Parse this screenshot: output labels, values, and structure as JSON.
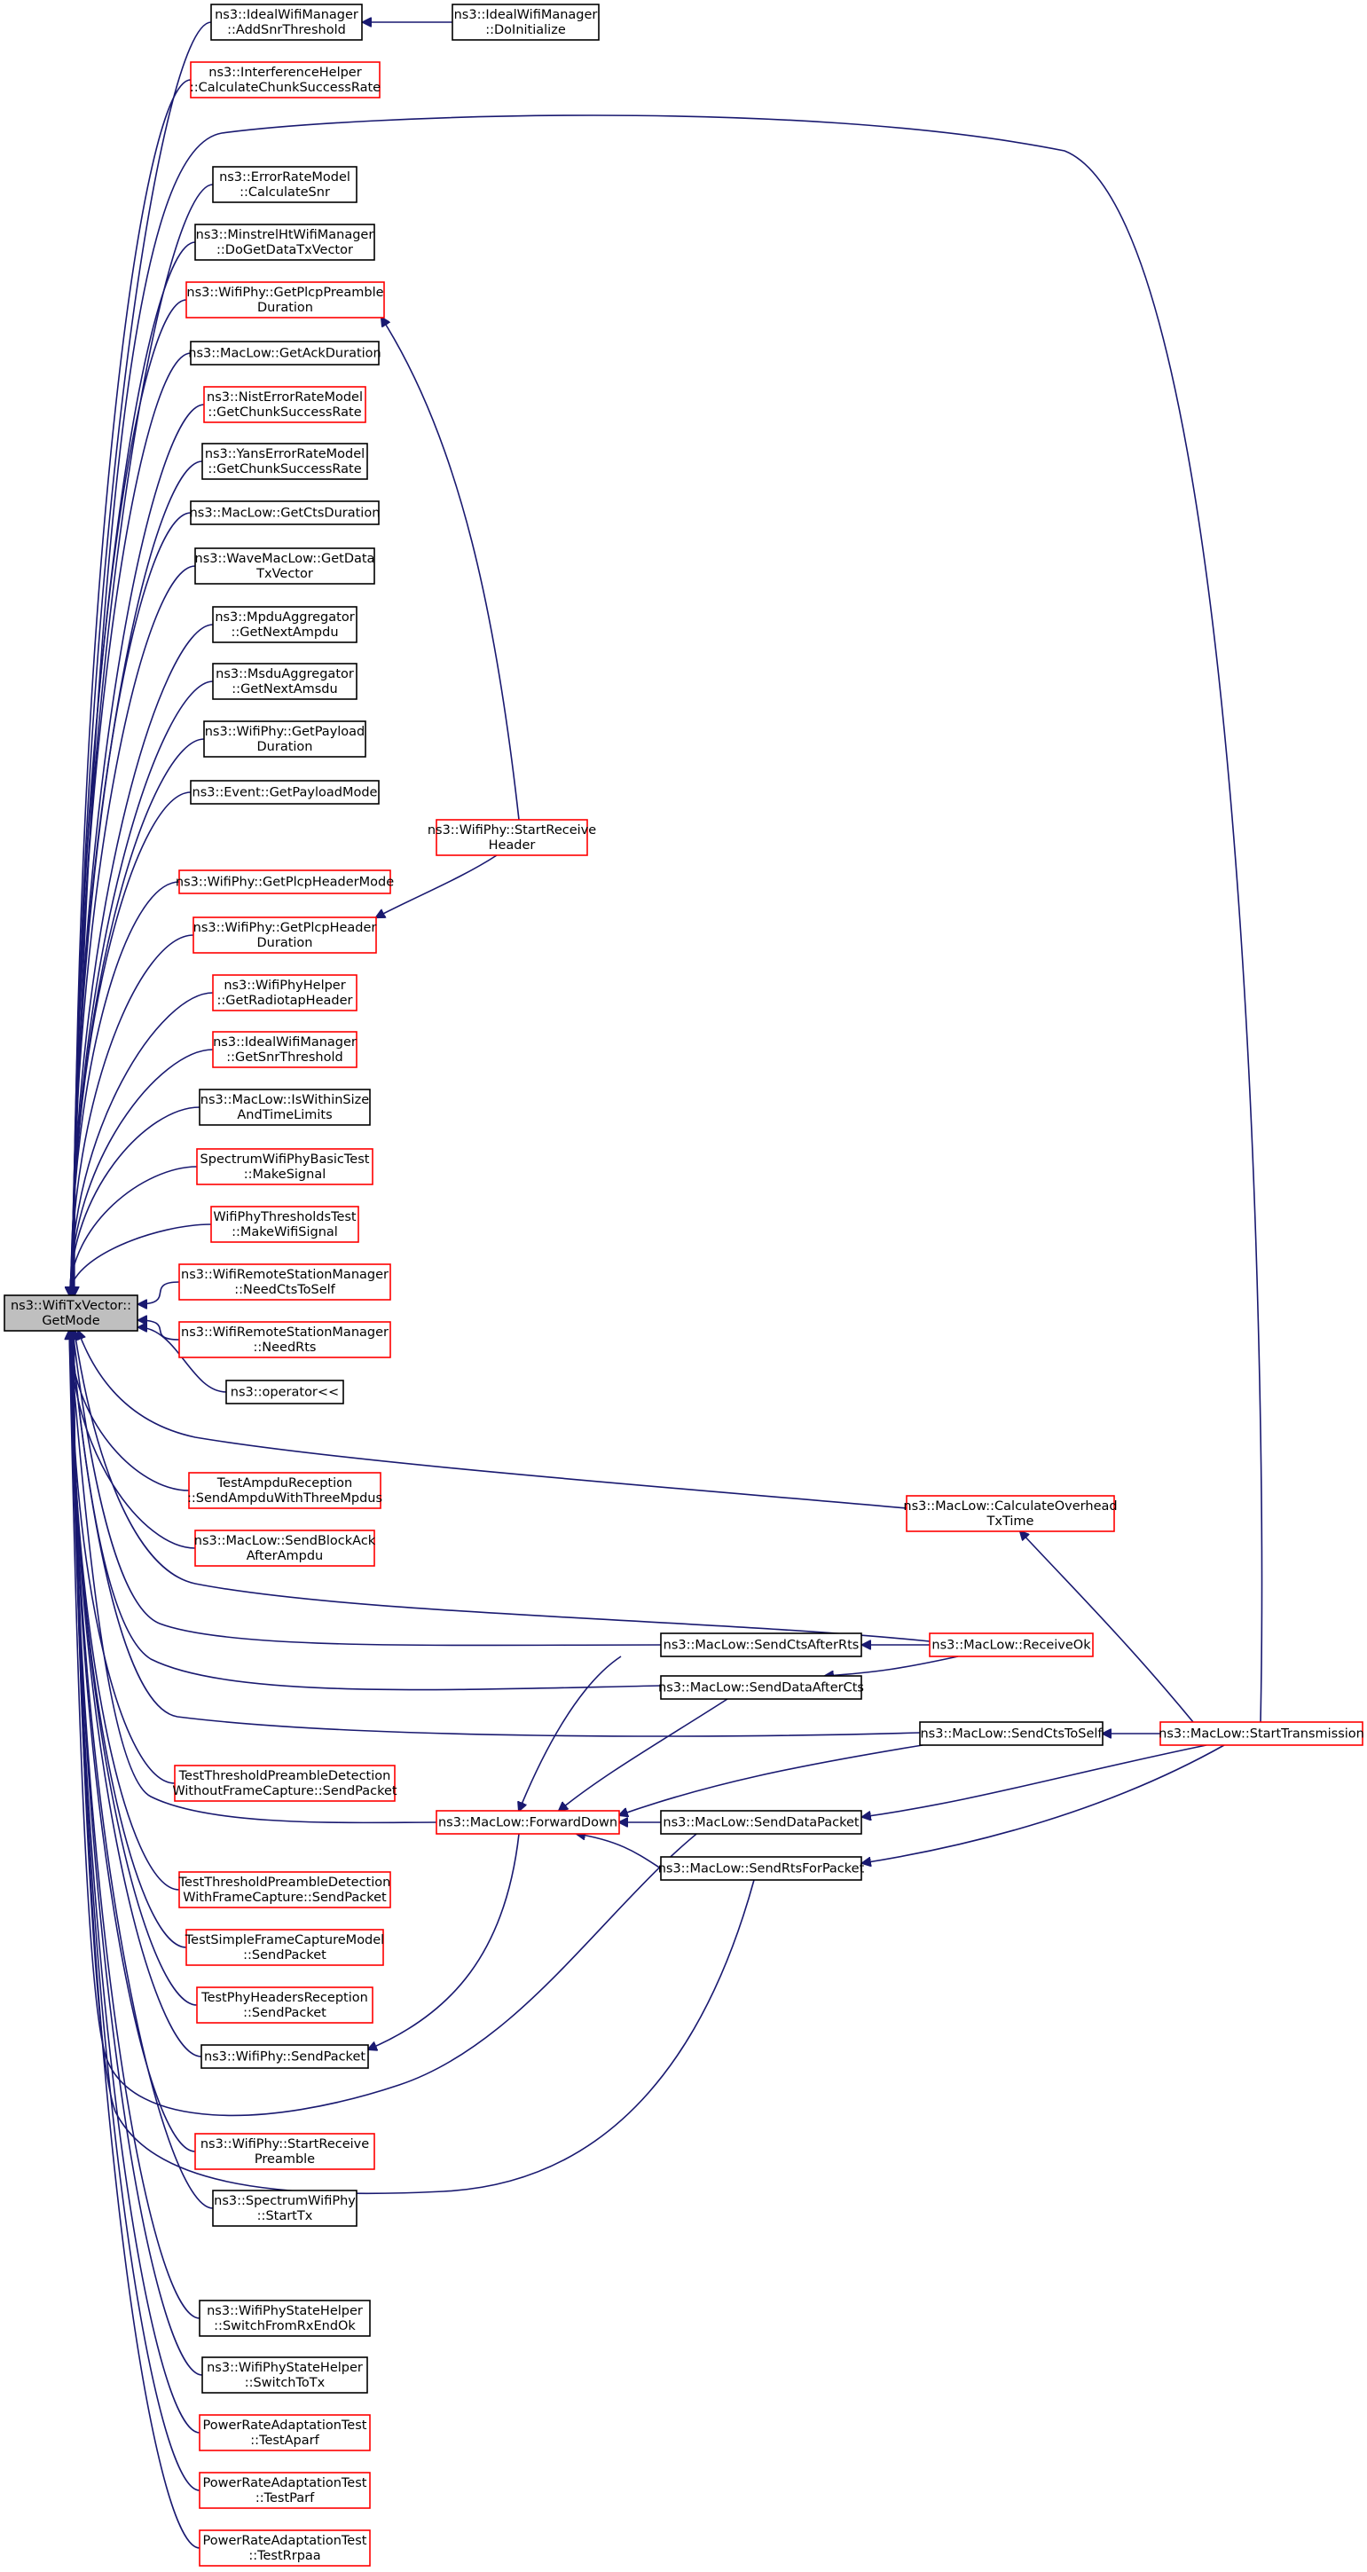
{
  "nodes": [
    {
      "id": "root",
      "lines": [
        "ns3::WifiTxVector::",
        "GetMode"
      ],
      "color": "root"
    },
    {
      "id": "addSnr",
      "lines": [
        "ns3::IdealWifiManager",
        "::AddSnrThreshold"
      ],
      "color": "black"
    },
    {
      "id": "doInit",
      "lines": [
        "ns3::IdealWifiManager",
        "::DoInitialize"
      ],
      "color": "black"
    },
    {
      "id": "calcChunk",
      "lines": [
        "ns3::InterferenceHelper",
        "::CalculateChunkSuccessRate"
      ],
      "color": "red"
    },
    {
      "id": "calcSnr",
      "lines": [
        "ns3::ErrorRateModel",
        "::CalculateSnr"
      ],
      "color": "black"
    },
    {
      "id": "minstrel",
      "lines": [
        "ns3::MinstrelHtWifiManager",
        "::DoGetDataTxVector"
      ],
      "color": "black"
    },
    {
      "id": "plcpPreamble",
      "lines": [
        "ns3::WifiPhy::GetPlcpPreamble",
        "Duration"
      ],
      "color": "red"
    },
    {
      "id": "ackDur",
      "lines": [
        "ns3::MacLow::GetAckDuration"
      ],
      "color": "black"
    },
    {
      "id": "nistChunk",
      "lines": [
        "ns3::NistErrorRateModel",
        "::GetChunkSuccessRate"
      ],
      "color": "red"
    },
    {
      "id": "yansChunk",
      "lines": [
        "ns3::YansErrorRateModel",
        "::GetChunkSuccessRate"
      ],
      "color": "black"
    },
    {
      "id": "ctsDur",
      "lines": [
        "ns3::MacLow::GetCtsDuration"
      ],
      "color": "black"
    },
    {
      "id": "waveData",
      "lines": [
        "ns3::WaveMacLow::GetData",
        "TxVector"
      ],
      "color": "black"
    },
    {
      "id": "nextAmpdu",
      "lines": [
        "ns3::MpduAggregator",
        "::GetNextAmpdu"
      ],
      "color": "black"
    },
    {
      "id": "nextAmsdu",
      "lines": [
        "ns3::MsduAggregator",
        "::GetNextAmsdu"
      ],
      "color": "black"
    },
    {
      "id": "payloadDur",
      "lines": [
        "ns3::WifiPhy::GetPayload",
        "Duration"
      ],
      "color": "black"
    },
    {
      "id": "payloadMode",
      "lines": [
        "ns3::Event::GetPayloadMode"
      ],
      "color": "black"
    },
    {
      "id": "startRecvHeader",
      "lines": [
        "ns3::WifiPhy::StartReceive",
        "Header"
      ],
      "color": "red"
    },
    {
      "id": "plcpHeaderMode",
      "lines": [
        "ns3::WifiPhy::GetPlcpHeaderMode"
      ],
      "color": "red"
    },
    {
      "id": "plcpHeaderDur",
      "lines": [
        "ns3::WifiPhy::GetPlcpHeader",
        "Duration"
      ],
      "color": "red"
    },
    {
      "id": "radiotap",
      "lines": [
        "ns3::WifiPhyHelper",
        "::GetRadiotapHeader"
      ],
      "color": "red"
    },
    {
      "id": "getSnr",
      "lines": [
        "ns3::IdealWifiManager",
        "::GetSnrThreshold"
      ],
      "color": "red"
    },
    {
      "id": "withinSize",
      "lines": [
        "ns3::MacLow::IsWithinSize",
        "AndTimeLimits"
      ],
      "color": "black"
    },
    {
      "id": "specMake",
      "lines": [
        "SpectrumWifiPhyBasicTest",
        "::MakeSignal"
      ],
      "color": "red"
    },
    {
      "id": "threshMake",
      "lines": [
        "WifiPhyThresholdsTest",
        "::MakeWifiSignal"
      ],
      "color": "red"
    },
    {
      "id": "needCts",
      "lines": [
        "ns3::WifiRemoteStationManager",
        "::NeedCtsToSelf"
      ],
      "color": "red"
    },
    {
      "id": "needRts",
      "lines": [
        "ns3::WifiRemoteStationManager",
        "::NeedRts"
      ],
      "color": "red"
    },
    {
      "id": "operator",
      "lines": [
        "ns3::operator<<"
      ],
      "color": "black"
    },
    {
      "id": "ampduRecv",
      "lines": [
        "TestAmpduReception",
        "::SendAmpduWithThreeMpdus"
      ],
      "color": "red"
    },
    {
      "id": "blockAck",
      "lines": [
        "ns3::MacLow::SendBlockAck",
        "AfterAmpdu"
      ],
      "color": "red"
    },
    {
      "id": "calcOverhead",
      "lines": [
        "ns3::MacLow::CalculateOverhead",
        "TxTime"
      ],
      "color": "red"
    },
    {
      "id": "ctsAfterRts",
      "lines": [
        "ns3::MacLow::SendCtsAfterRts"
      ],
      "color": "black"
    },
    {
      "id": "receiveOk",
      "lines": [
        "ns3::MacLow::ReceiveOk"
      ],
      "color": "red"
    },
    {
      "id": "dataAfterCts",
      "lines": [
        "ns3::MacLow::SendDataAfterCts"
      ],
      "color": "black"
    },
    {
      "id": "ctsToSelf",
      "lines": [
        "ns3::MacLow::SendCtsToSelf"
      ],
      "color": "black"
    },
    {
      "id": "startTx",
      "lines": [
        "ns3::MacLow::StartTransmission"
      ],
      "color": "red"
    },
    {
      "id": "threshWithout",
      "lines": [
        "TestThresholdPreambleDetection",
        "WithoutFrameCapture::SendPacket"
      ],
      "color": "red"
    },
    {
      "id": "forwardDown",
      "lines": [
        "ns3::MacLow::ForwardDown"
      ],
      "color": "red"
    },
    {
      "id": "dataPacket",
      "lines": [
        "ns3::MacLow::SendDataPacket"
      ],
      "color": "black"
    },
    {
      "id": "rtsForPacket",
      "lines": [
        "ns3::MacLow::SendRtsForPacket"
      ],
      "color": "black"
    },
    {
      "id": "threshWith",
      "lines": [
        "TestThresholdPreambleDetection",
        "WithFrameCapture::SendPacket"
      ],
      "color": "red"
    },
    {
      "id": "simpleCapture",
      "lines": [
        "TestSimpleFrameCaptureModel",
        "::SendPacket"
      ],
      "color": "red"
    },
    {
      "id": "phyHeaders",
      "lines": [
        "TestPhyHeadersReception",
        "::SendPacket"
      ],
      "color": "red"
    },
    {
      "id": "phySend",
      "lines": [
        "ns3::WifiPhy::SendPacket"
      ],
      "color": "black"
    },
    {
      "id": "startRecvPreamble",
      "lines": [
        "ns3::WifiPhy::StartReceive",
        "Preamble"
      ],
      "color": "red"
    },
    {
      "id": "specStartTx",
      "lines": [
        "ns3::SpectrumWifiPhy",
        "::StartTx"
      ],
      "color": "black"
    },
    {
      "id": "switchRx",
      "lines": [
        "ns3::WifiPhyStateHelper",
        "::SwitchFromRxEndOk"
      ],
      "color": "black"
    },
    {
      "id": "switchTx",
      "lines": [
        "ns3::WifiPhyStateHelper",
        "::SwitchToTx"
      ],
      "color": "black"
    },
    {
      "id": "aparf",
      "lines": [
        "PowerRateAdaptationTest",
        "::TestAparf"
      ],
      "color": "red"
    },
    {
      "id": "parf",
      "lines": [
        "PowerRateAdaptationTest",
        "::TestParf"
      ],
      "color": "red"
    },
    {
      "id": "rrpaa",
      "lines": [
        "PowerRateAdaptationTest",
        "::TestRrpaa"
      ],
      "color": "red"
    }
  ]
}
